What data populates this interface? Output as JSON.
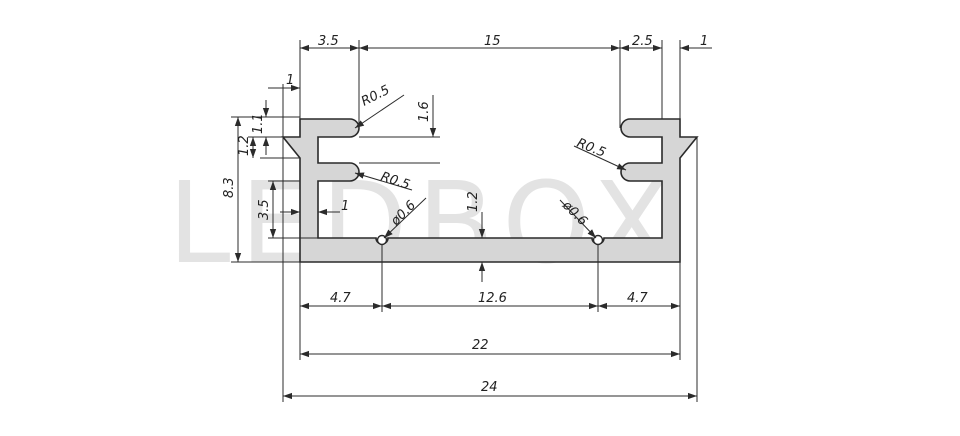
{
  "watermark": "LEDBOX",
  "dimensions": {
    "top_left": "3.5",
    "top_middle": "15",
    "top_right_a": "2.5",
    "top_right_b": "1",
    "left_small_width": "1",
    "left_1_1": "1.1",
    "left_1_2": "1.2",
    "left_8_3": "8.3",
    "left_3_5": "3.5",
    "inner_1": "1",
    "slot_height": "1.6",
    "radius_top_left": "R0.5",
    "radius_lower_left": "R0.5",
    "radius_right": "R0.5",
    "hole_left": "ø0.6",
    "hole_right": "ø0.6",
    "base_thickness": "1.2",
    "bottom_left": "4.7",
    "bottom_middle": "12.6",
    "bottom_right": "4.7",
    "inner_width": "22",
    "outer_width": "24"
  },
  "colors": {
    "profile_fill": "#d6d6d6",
    "line": "#2b2b2b",
    "watermark": "#e3e3e3"
  }
}
